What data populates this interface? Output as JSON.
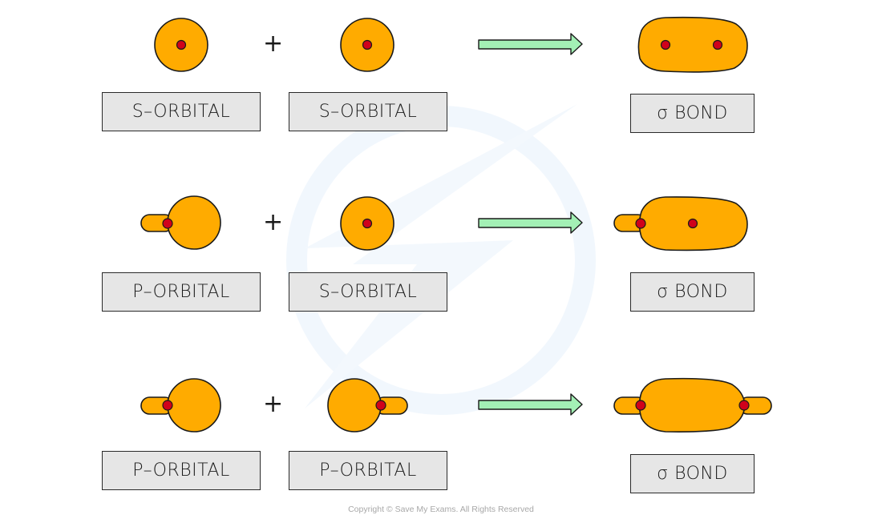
{
  "colors": {
    "orbital_fill": "#FFAB00",
    "nucleus_fill": "#D0021B",
    "arrow_fill": "#A3F0B5",
    "label_bg": "#E6E6E6",
    "outline": "#1A1A1A",
    "watermark": "#EEF5FC"
  },
  "rows": [
    {
      "left_label": "S–ORBITAL",
      "right_label": "S–ORBITAL",
      "operator": "+",
      "result_label": "σ BOND"
    },
    {
      "left_label": "P–ORBITAL",
      "right_label": "S–ORBITAL",
      "operator": "+",
      "result_label": "σ BOND"
    },
    {
      "left_label": "P–ORBITAL",
      "right_label": "P–ORBITAL",
      "operator": "+",
      "result_label": "σ BOND"
    }
  ],
  "footer": {
    "copyright": "Copyright © Save My Exams. All Rights Reserved"
  }
}
